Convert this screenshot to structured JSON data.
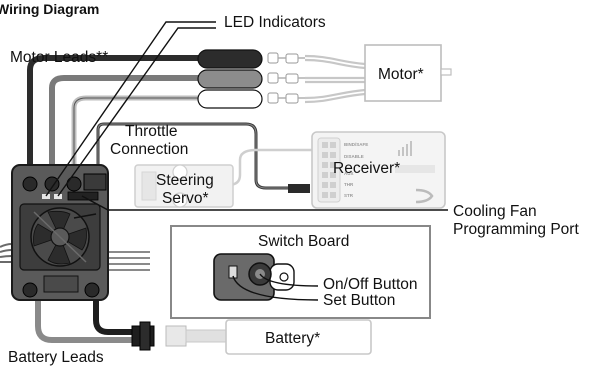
{
  "title": "Wiring Diagram",
  "labels": {
    "led_indicators": "LED Indicators",
    "motor_leads": "Motor Leads**",
    "motor": "Motor*",
    "throttle_line1": "Throttle",
    "throttle_line2": "Connection",
    "steering_line1": "Steering",
    "steering_line2": "Servo*",
    "receiver": "Receiver*",
    "cooling_fan": "Cooling Fan",
    "programming_port": "Programming Port",
    "switch_board": "Switch Board",
    "on_off_button": "On/Off Button",
    "set_button": "Set Button",
    "battery": "Battery*",
    "battery_leads": "Battery Leads"
  },
  "receiver_markings": {
    "bind": "BIND/SAFE",
    "disable": "DISABLE",
    "aux": "AUX",
    "thr": "THR",
    "str": "STR"
  },
  "colors": {
    "line": "#111111",
    "device_gray": "#5a5a5a",
    "light_gray": "#d6d6d6",
    "lead_black": "#2c2c2c",
    "lead_red": "#7a7a7a"
  }
}
